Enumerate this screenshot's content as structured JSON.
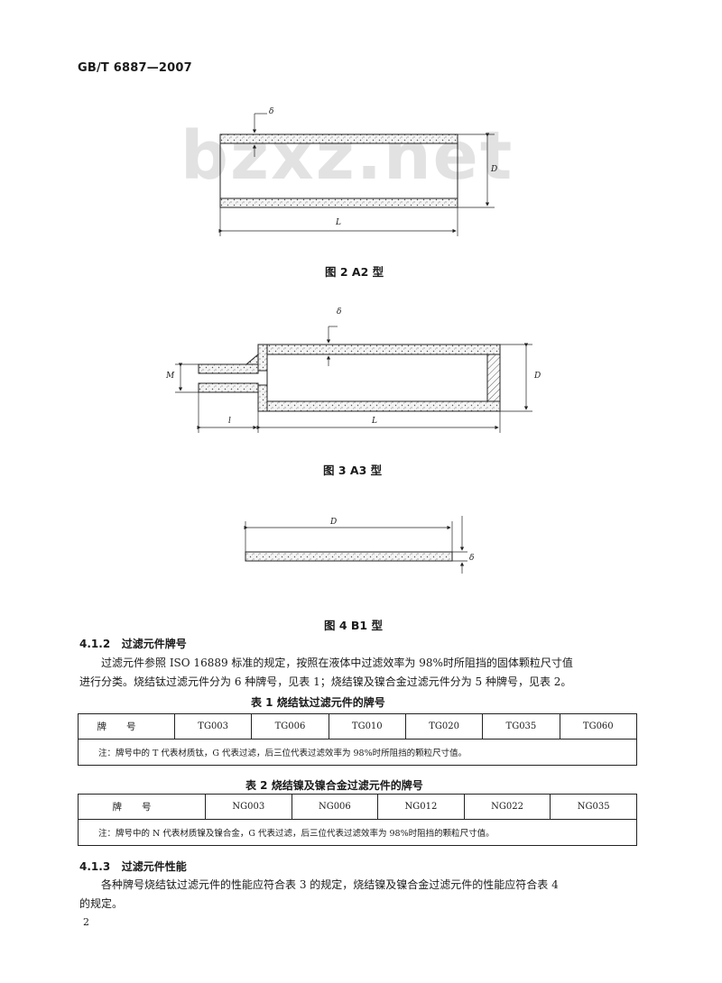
{
  "header": {
    "standard_code": "GB/T 6887—2007"
  },
  "watermark": "bzxz.net",
  "figures": [
    {
      "caption": "图 2   A2 型",
      "labels": {
        "delta": "δ",
        "D": "D",
        "L": "L"
      }
    },
    {
      "caption": "图 3   A3 型",
      "labels": {
        "delta": "δ",
        "M": "M",
        "l": "l",
        "L": "L",
        "D": "D"
      }
    },
    {
      "caption": "图 4   B1 型",
      "labels": {
        "D": "D",
        "delta": "δ"
      }
    }
  ],
  "section_4_1_2": {
    "number": "4.1.2",
    "title": "过滤元件牌号",
    "para_line1": "过滤元件参照 ISO 16889 标准的规定，按照在液体中过滤效率为 98%时所阻挡的固体颗粒尺寸值",
    "para_line2": "进行分类。烧结钛过滤元件分为 6 种牌号，见表 1；烧结镍及镍合金过滤元件分为 5 种牌号，见表 2。"
  },
  "table1": {
    "caption": "表 1   烧结钛过滤元件的牌号",
    "header": "牌号",
    "grades": [
      "TG003",
      "TG006",
      "TG010",
      "TG020",
      "TG035",
      "TG060"
    ],
    "note": "注：牌号中的 T 代表材质钛，G 代表过滤，后三位代表过滤效率为 98%时所阻挡的颗粒尺寸值。"
  },
  "table2": {
    "caption": "表 2   烧结镍及镍合金过滤元件的牌号",
    "header": "牌号",
    "grades": [
      "NG003",
      "NG006",
      "NG012",
      "NG022",
      "NG035"
    ],
    "note": "注：牌号中的 N 代表材质镍及镍合金，G 代表过滤，后三位代表过滤效率为 98%时阻挡的颗粒尺寸值。"
  },
  "section_4_1_3": {
    "number": "4.1.3",
    "title": "过滤元件性能",
    "para_line1": "各种牌号烧结钛过滤元件的性能应符合表 3 的规定，烧结镍及镍合金过滤元件的性能应符合表 4",
    "para_line2": "的规定。"
  },
  "page_number": "2"
}
